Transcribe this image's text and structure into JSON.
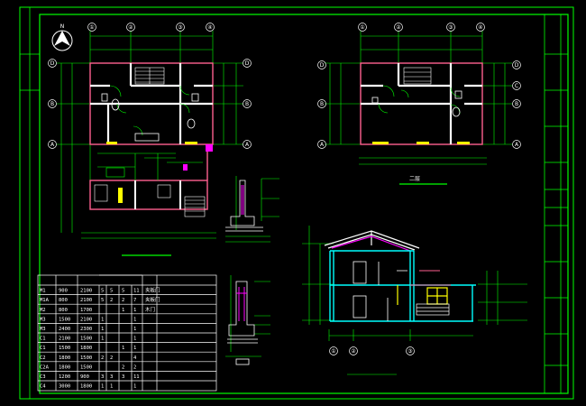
{
  "drawing": {
    "north_label": "N",
    "plan2_label": "二层",
    "axes": {
      "plan1_top": [
        "①",
        "②",
        "③",
        "④"
      ],
      "plan1_left": [
        "D",
        "B",
        "A"
      ],
      "plan1_right": [
        "D",
        "B",
        "A"
      ],
      "plan2_top": [
        "①",
        "②",
        "③",
        "④"
      ],
      "plan2_left": [
        "D",
        "B",
        "A"
      ],
      "plan2_right": [
        "D",
        "C",
        "B",
        "A"
      ],
      "section_bottom": [
        "①",
        "②",
        "③"
      ]
    }
  },
  "door_window_table": {
    "rows": [
      [
        "M1",
        "900",
        "2100",
        "5",
        "5",
        "5",
        "11",
        "夹板门"
      ],
      [
        "M1A",
        "800",
        "2100",
        "5",
        "2",
        "2",
        "7",
        "夹板门"
      ],
      [
        "M2",
        "800",
        "1700",
        "",
        "",
        "1",
        "1",
        "木门"
      ],
      [
        "M3",
        "1500",
        "2100",
        "1",
        "",
        "",
        "1",
        ""
      ],
      [
        "M3",
        "2400",
        "2300",
        "1",
        "",
        "",
        "1",
        ""
      ],
      [
        "C1",
        "2100",
        "1500",
        "1",
        "",
        "",
        "1",
        ""
      ],
      [
        "C1",
        "1500",
        "1800",
        "",
        "",
        "1",
        "1",
        ""
      ],
      [
        "C2",
        "1800",
        "1500",
        "2",
        "2",
        "",
        "4",
        ""
      ],
      [
        "C2A",
        "1800",
        "1500",
        "",
        "",
        "2",
        "2",
        ""
      ],
      [
        "C3",
        "1200",
        "900",
        "3",
        "3",
        "3",
        "11",
        ""
      ],
      [
        "C4",
        "3000",
        "1800",
        "1",
        "1",
        "",
        "1",
        ""
      ]
    ]
  }
}
